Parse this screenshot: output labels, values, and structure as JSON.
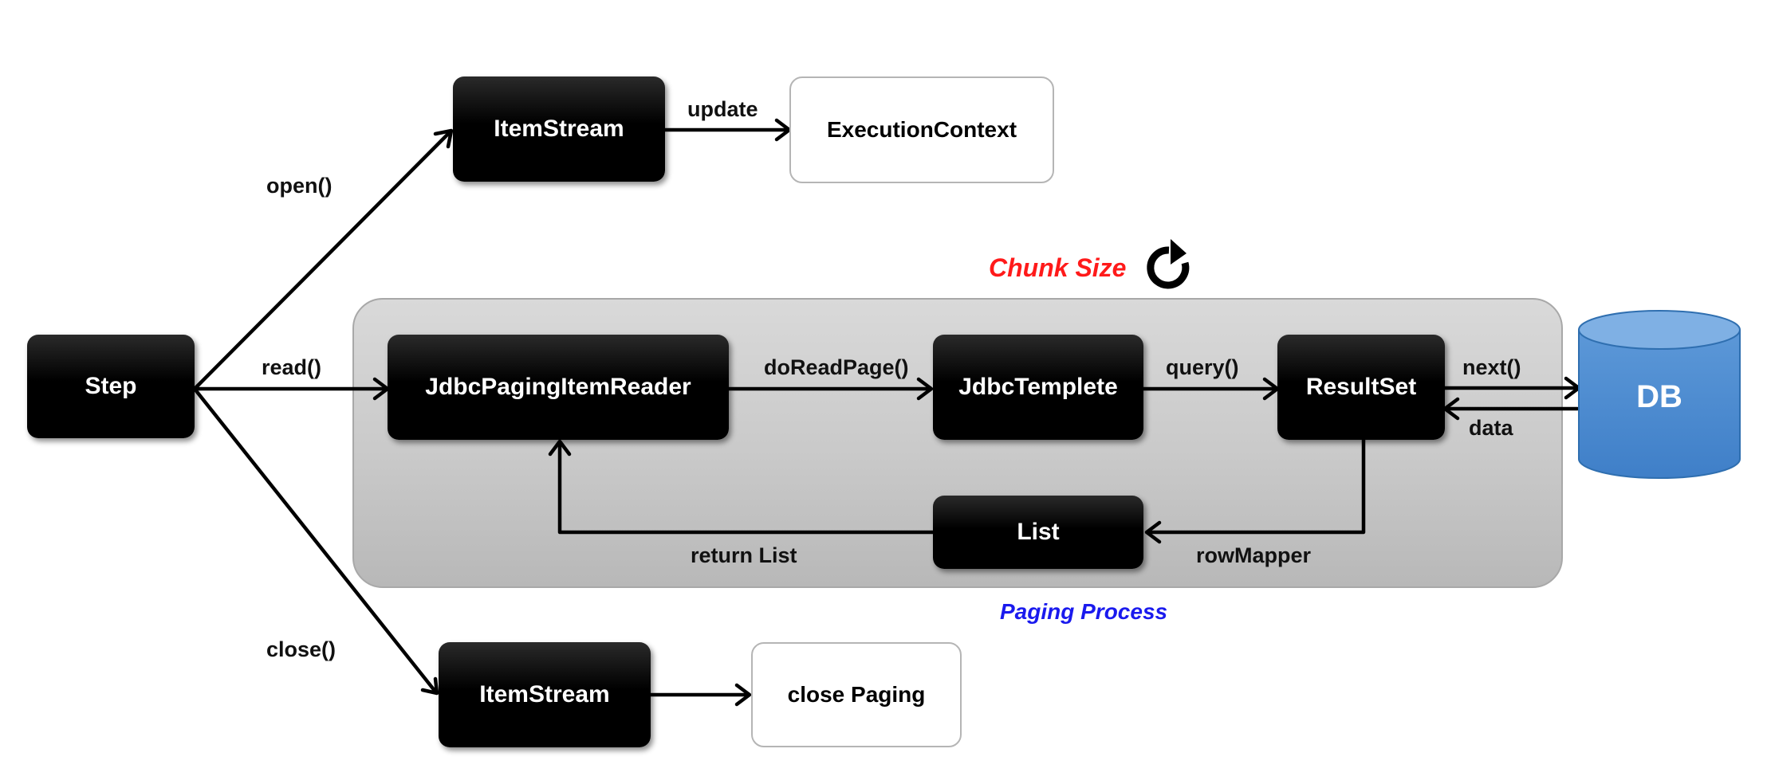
{
  "nodes": {
    "step": "Step",
    "itemstream_top": "ItemStream",
    "execution_context": "ExecutionContext",
    "reader": "JdbcPagingItemReader",
    "jdbc_template": "JdbcTemplete",
    "result_set": "ResultSet",
    "list": "List",
    "itemstream_bottom": "ItemStream",
    "close_paging": "close Paging",
    "db": "DB"
  },
  "edge_labels": {
    "open": "open()",
    "read": "read()",
    "close": "close()",
    "update": "update",
    "do_read_page": "doReadPage()",
    "query": "query()",
    "next": "next()",
    "data": "data",
    "row_mapper": "rowMapper",
    "return_list": "return List"
  },
  "annotations": {
    "chunk_size": "Chunk Size",
    "paging_process": "Paging Process"
  },
  "icons": {
    "refresh": "refresh-icon"
  },
  "colors": {
    "chunk_size": "#ff1a1a",
    "paging_process": "#1a1aee",
    "db": "#4a88d0"
  }
}
